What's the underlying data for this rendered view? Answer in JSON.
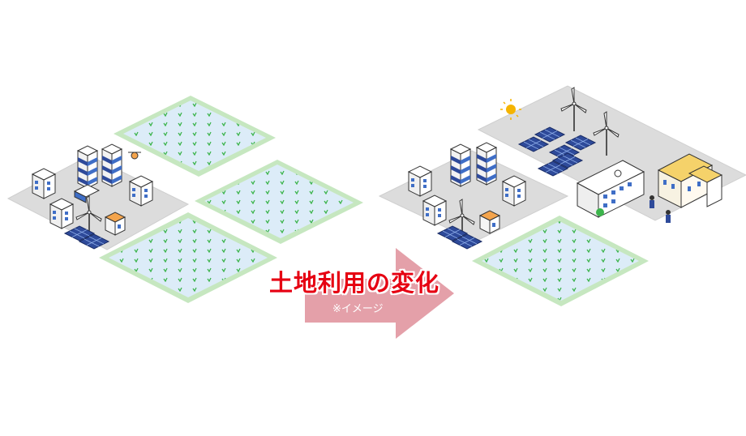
{
  "caption": {
    "title": "土地利用の変化",
    "note": "※イメージ"
  },
  "colors": {
    "paddy_water": "#dcecf8",
    "paddy_border": "#c6e7c0",
    "rice_sprout": "#3cb44b",
    "ground": "#dcdcdc",
    "arrow": "#e4a0a9",
    "title_text": "#e60012",
    "solar_panel": "#2e4a9a",
    "school_roof": "#f5d26a",
    "house_roof": "#f4a44c"
  },
  "scenes": {
    "before": "rice-paddies-and-small-town",
    "after": "town-with-solar-farm-school-and-one-paddy"
  }
}
